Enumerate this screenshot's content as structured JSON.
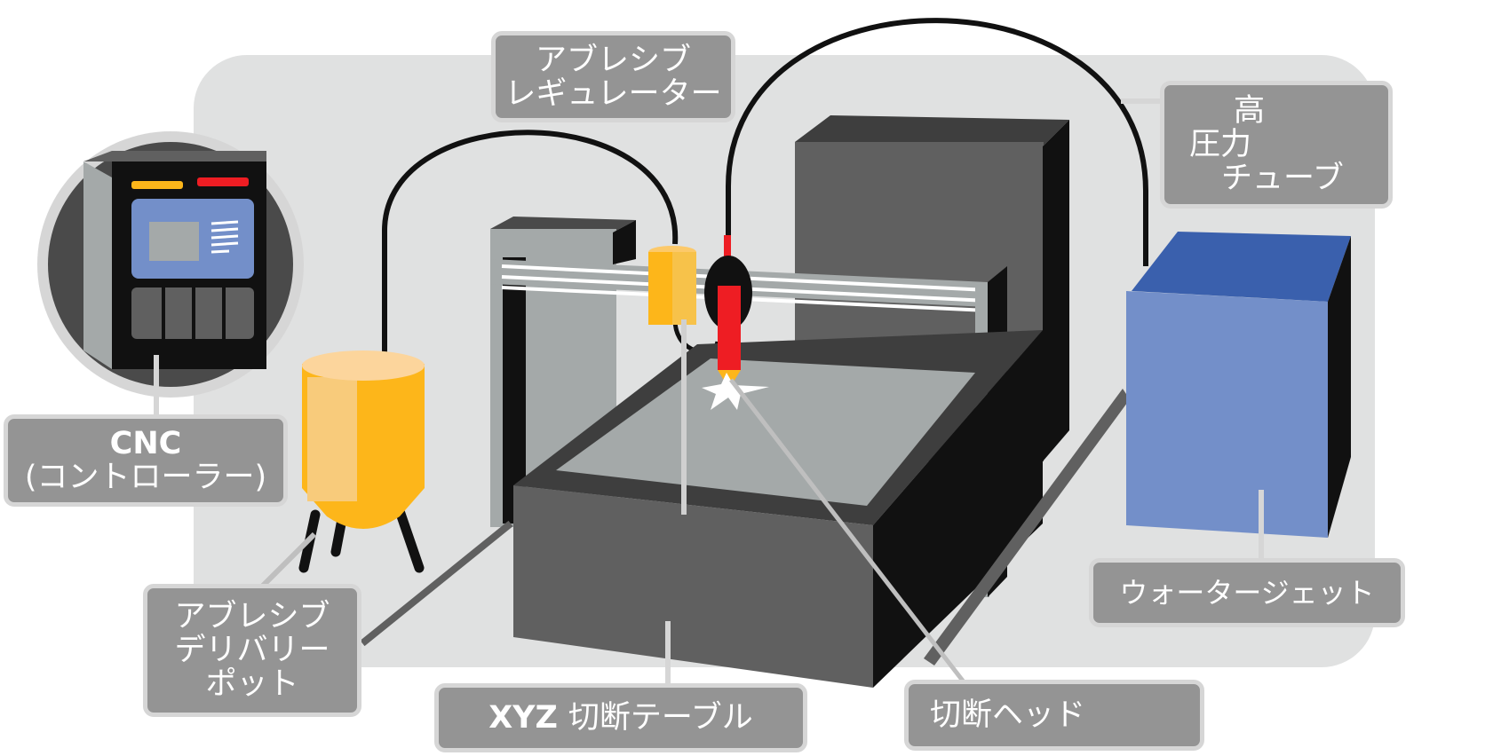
{
  "colors": {
    "background_panel": "#e0e1e1",
    "label_fill": "#949494",
    "label_border": "#d6d6d6",
    "machine_dark": "#3e3e3e",
    "machine_mid": "#606060",
    "bed_gray": "#a4a9a9",
    "waterjet_blue": "#738fc9",
    "waterjet_top": "#3a60ad",
    "pot_yellow": "#fdb61a",
    "head_red": "#ee1d23"
  },
  "labels": {
    "abrasive_regulator": [
      "アブレシブ",
      "レギュレーター"
    ],
    "high_pressure_tube": [
      "高",
      "圧力",
      "チューブ"
    ],
    "cnc_title": "CNC",
    "cnc_sub": "(コントローラー)",
    "abrasive_pot": [
      "アブレシブ",
      "デリバリー",
      "ポット"
    ],
    "xyz_prefix": "XYZ",
    "xyz_rest": "切断テーブル",
    "cutting_head": "切断ヘッド",
    "waterjet": "ウォータージェット"
  },
  "icons": [
    "cnc-controller-icon",
    "abrasive-pot-icon",
    "cutting-table-icon",
    "cutting-head-icon",
    "waterjet-pump-icon"
  ]
}
